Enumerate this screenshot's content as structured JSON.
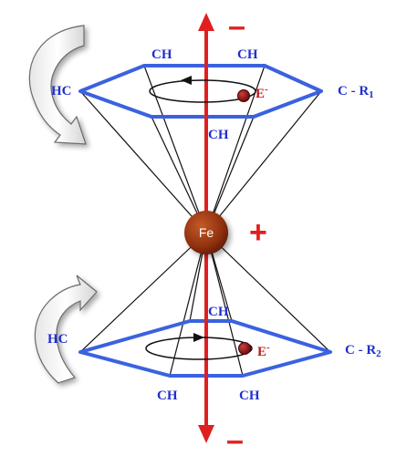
{
  "top_ring": {
    "ch_left": "CH",
    "ch_right": "CH",
    "ch_bottom": "CH",
    "hc": "HC",
    "substituent_main": "C - R",
    "substituent_sub": "1",
    "electron_main": "E",
    "electron_sup": "-"
  },
  "bottom_ring": {
    "ch_top": "CH",
    "ch_left": "CH",
    "ch_right": "CH",
    "hc": "HC",
    "substituent_main": "C - R",
    "substituent_sub": "2",
    "electron_main": "E",
    "electron_sup": "-"
  },
  "metal": {
    "symbol": "Fe",
    "charge": "+"
  },
  "axis": {
    "top_charge": "–",
    "bottom_charge": "–"
  },
  "colors": {
    "ring": "#3a62e0",
    "label_blue": "#1f2fcf",
    "axis_red": "#e02020",
    "iron": "#9a3410",
    "electron": "#8a1010",
    "arrow_fill": "#f2f2f2"
  },
  "icons": [
    "curved-arrow-top-icon",
    "curved-arrow-bottom-icon",
    "axis-arrow-up-icon",
    "axis-arrow-down-icon",
    "rotation-loop-icon"
  ]
}
